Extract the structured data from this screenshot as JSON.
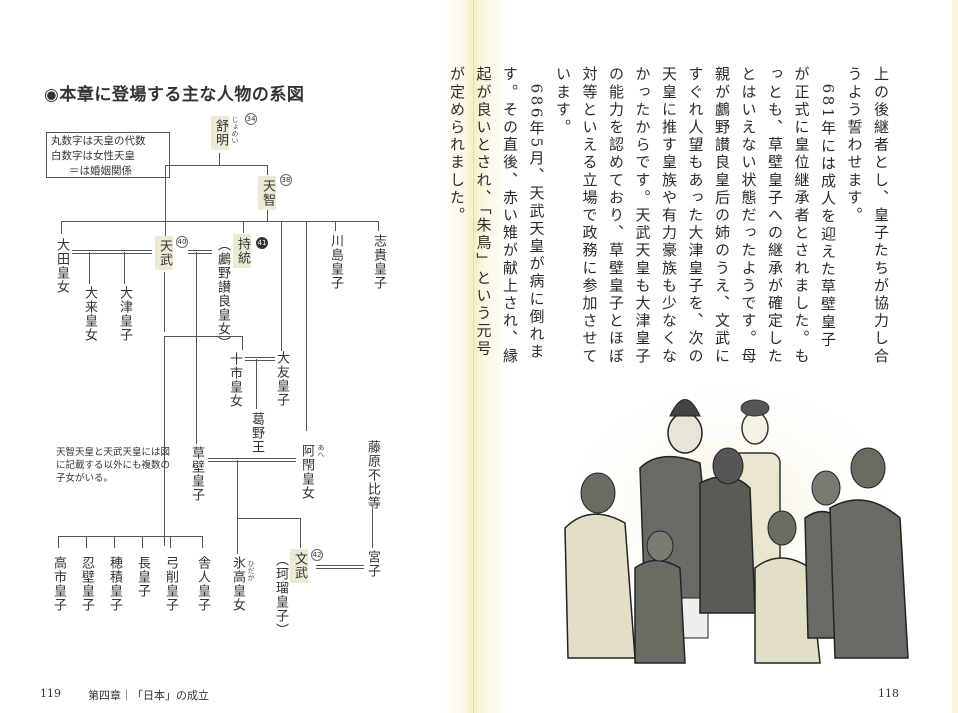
{
  "left_page": {
    "title": "◉本章に登場する主な人物の系図",
    "legend": [
      "丸数字は天皇の代数",
      "白数字は女性天皇",
      "＝は婚姻関係"
    ],
    "people": {
      "jomei": {
        "name": "舒明",
        "ruby": "じょめい",
        "num": "34"
      },
      "tenji": {
        "name": "天智",
        "num": "38"
      },
      "tenmu": {
        "name": "天武",
        "num": "40"
      },
      "jito": {
        "name": "持統",
        "num": "41"
      },
      "uno": "（鸕野讃良皇女）",
      "ota": "大田皇女",
      "oku": "大来皇女",
      "otsu": "大津皇子",
      "kawashima": "川島皇子",
      "shiki": "志貴皇子",
      "otomo": "大友皇子",
      "tochi": "十市皇女",
      "kadono": "葛野王",
      "kusakabe": "草壁皇子",
      "ahe": {
        "name": "阿閇皇女",
        "ruby": "あへ"
      },
      "fuhito": "藤原不比等",
      "miyako": "宮子",
      "mommu": {
        "name": "文武",
        "num": "42"
      },
      "karu": "（珂瑠皇子）",
      "hidaka": {
        "name": "氷高皇女",
        "ruby": "ひだか"
      },
      "takechi": "高市皇子",
      "osakabe": "忍壁皇子",
      "hozumi": "穂積皇子",
      "naga": "長皇子",
      "yuge": "弓削皇子",
      "toneri": "舎人皇子"
    },
    "note": "天智天皇と天武天皇には図に記載する以外にも複数の子女がいる。",
    "page_number": "119",
    "chapter_label": "第四章｜「日本」の成立"
  },
  "right_page": {
    "paragraphs": [
      "上の後継者とし、皇子たちが協力し合うよう誓わせます。",
      "　681年には成人を迎えた草壁皇子が正式に皇位継承者とされました。もっとも、草壁皇子への継承が確定したとはいえない状態だったようです。母親が鸕野讃良皇后の姉のうえ、文武にすぐれ人望もあった大津皇子を、次の天皇に推す皇族や有力豪族も少なくなかったからです。天武天皇も大津皇子の能力を認めており、草壁皇子とほぼ対等といえる立場で政務に参加させています。",
      "　686年5月、天武天皇が病に倒れます。その直後、赤い雉が献上され、縁起が良いとされ、「朱鳥」という元号が定められました。"
    ],
    "illustration": "illustration of Emperor Tenmu with princes and empress at court",
    "page_number": "118"
  }
}
